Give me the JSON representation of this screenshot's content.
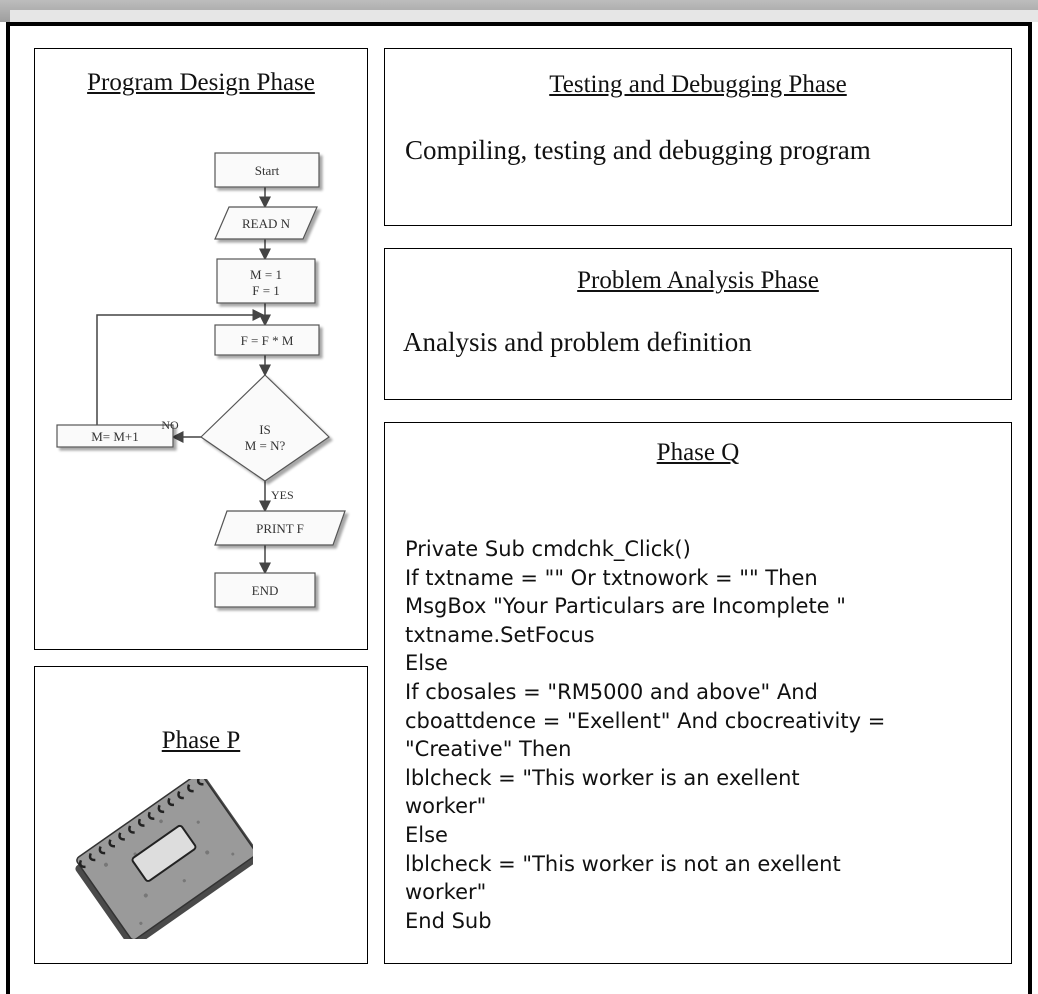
{
  "design": {
    "title": "Program Design Phase",
    "flowchart": {
      "start": "Start",
      "read": "READ N",
      "init_m": "M = 1",
      "init_f": "F = 1",
      "compute": "F = F * M",
      "decision_1": "IS",
      "decision_2": "M = N?",
      "increment": "M= M+1",
      "no_label": "NO",
      "yes_label": "YES",
      "print": "PRINT F",
      "end": "END"
    }
  },
  "testing": {
    "title": "Testing and Debugging Phase",
    "text": "Compiling, testing and debugging program"
  },
  "analysis": {
    "title": "Problem Analysis Phase",
    "text": "Analysis and problem definition"
  },
  "phase_q": {
    "title": "Phase Q",
    "code_lines": [
      "Private Sub cmdchk_Click()",
      "If txtname = \"\" Or txtnowork = \"\" Then",
      "MsgBox \"Your Particulars are Incomplete \"",
      "txtname.SetFocus",
      "Else",
      "If cbosales = \"RM5000 and above\" And",
      "cboattdence = \"Exellent\" And cbocreativity =",
      "\"Creative\" Then",
      "lblcheck = \"This worker is an exellent",
      "worker\"",
      "Else",
      "lblcheck = \"This worker is not an exellent",
      "worker\"",
      "End Sub"
    ]
  },
  "phase_p": {
    "title": "Phase P",
    "image_icon": "notebook-icon"
  }
}
